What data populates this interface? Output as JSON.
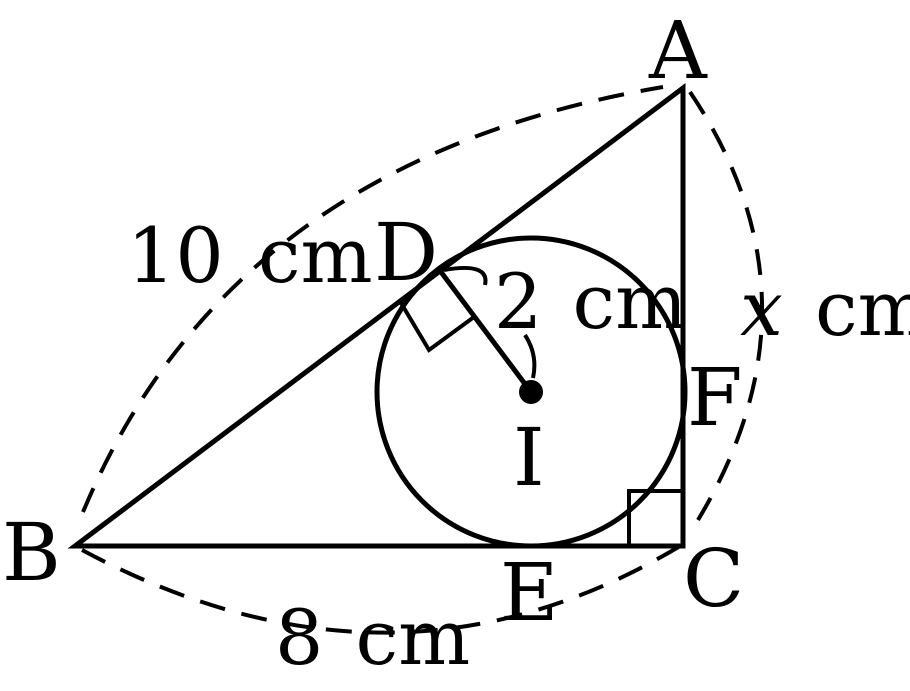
{
  "colors": {
    "stroke": "#000000",
    "background": "#ffffff"
  },
  "points": {
    "A": "A",
    "B": "B",
    "C": "C",
    "D": "D",
    "E": "E",
    "F": "F",
    "I": "I"
  },
  "measures": {
    "ab": {
      "value": "10",
      "unit": "cm"
    },
    "bc": {
      "value": "8",
      "unit": "cm"
    },
    "ac": {
      "value": "x",
      "unit": "cm"
    },
    "radius": {
      "value": "2",
      "unit": "cm"
    }
  }
}
